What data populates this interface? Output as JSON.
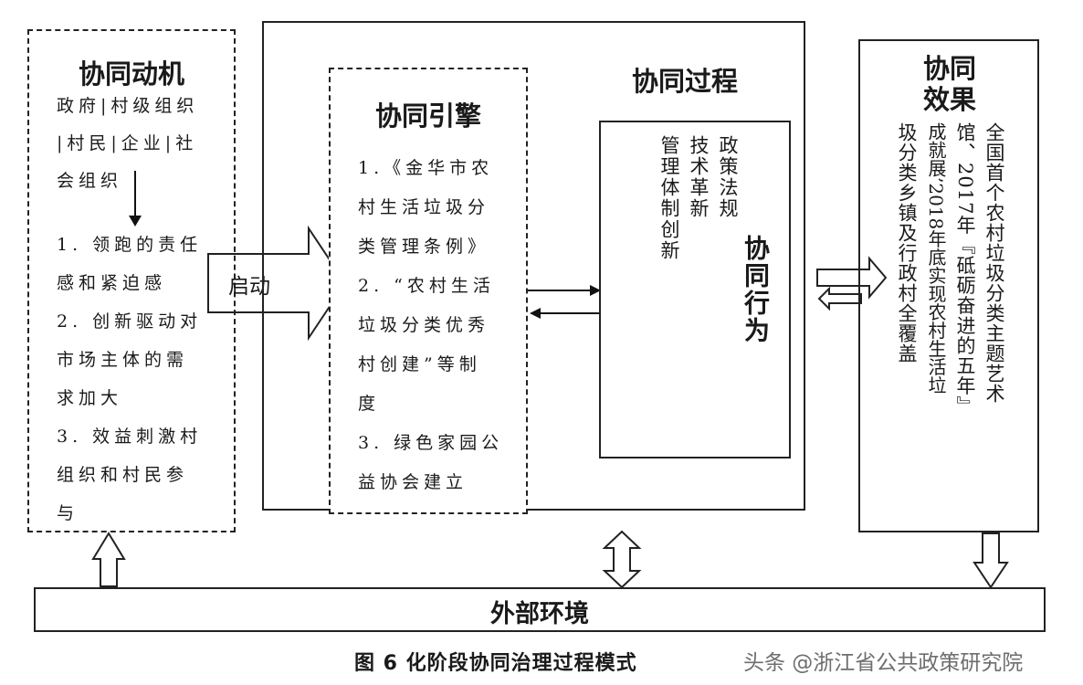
{
  "motivation": {
    "title": "协同动机",
    "lines": [
      "政府|村级组织",
      "|村民|企业|社",
      "会组织",
      "1. 领跑的责任",
      "感和紧迫感",
      "2. 创新驱动对",
      "市场主体的需",
      "求加大",
      "3. 效益刺激村",
      "组织和村民参",
      "与"
    ]
  },
  "startup_label": "启动",
  "process_title": "协同过程",
  "engine": {
    "title": "协同引擎",
    "lines": [
      "1.《金华市农",
      "村生活垃圾分",
      "类管理条例》",
      "2. “农村生活",
      "垃圾分类优秀",
      "村创建”等制",
      "度",
      "3. 绿色家园公",
      "益协会建立"
    ]
  },
  "behavior": {
    "title": "协同行为",
    "columns": [
      "政策法规",
      "技术革新",
      "管理体制创新"
    ]
  },
  "effect": {
    "title_line1": "协同",
    "title_line2": "效果",
    "columns": [
      "全国首个农村垃圾分类主题艺术",
      "馆、2017年『砥砺奋进的五年』",
      "成就展’2018年底实现农村生活垃",
      "圾分类乡镇及行政村全覆盖"
    ]
  },
  "environment_label": "外部环境",
  "caption": "图 6   化阶段协同治理过程模式",
  "watermark": "头条 @浙江省公共政策研究院"
}
